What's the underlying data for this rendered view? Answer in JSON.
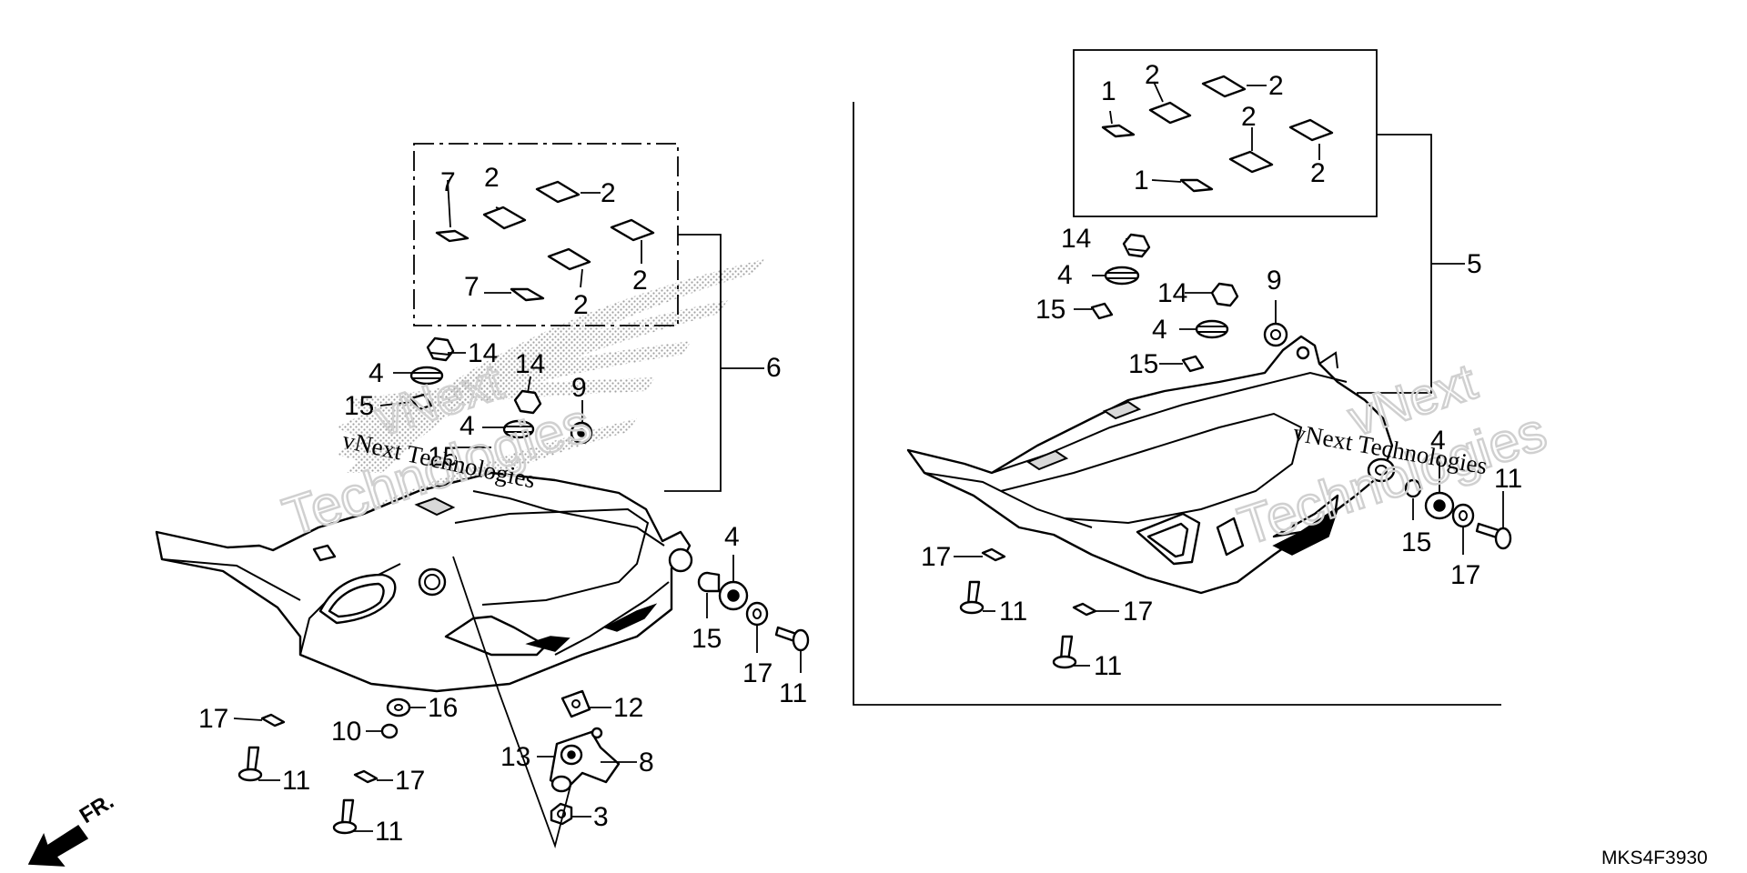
{
  "diagram_code": "MKS4F3930",
  "direction_label": "FR.",
  "watermark_small": "vNext Technologies",
  "watermark_large_1": "vNext",
  "watermark_large_2": "Technologies",
  "callouts": {
    "left_kit_7_top": "7",
    "left_kit_7_bottom": "7",
    "left_kit_2_a": "2",
    "left_kit_2_b": "2",
    "left_kit_2_c": "2",
    "left_kit_2_d": "2",
    "left_14_a": "14",
    "left_14_b": "14",
    "left_4_a": "4",
    "left_4_b": "4",
    "left_15_a": "15",
    "left_15_b": "15",
    "left_9": "9",
    "left_6": "6",
    "left_4_c": "4",
    "left_15_c": "15",
    "left_17_a": "17",
    "left_11_a": "11",
    "left_16": "16",
    "left_10": "10",
    "left_17_b": "17",
    "left_11_b": "11",
    "left_17_c": "17",
    "left_11_c": "11",
    "left_12": "12",
    "left_13": "13",
    "left_8": "8",
    "left_3": "3",
    "right_kit_1_a": "1",
    "right_kit_1_b": "1",
    "right_kit_2_a": "2",
    "right_kit_2_b": "2",
    "right_kit_2_c": "2",
    "right_kit_2_d": "2",
    "right_14_a": "14",
    "right_14_b": "14",
    "right_4_a": "4",
    "right_4_b": "4",
    "right_15_a": "15",
    "right_15_b": "15",
    "right_9": "9",
    "right_5": "5",
    "right_4_c": "4",
    "right_11_a": "11",
    "right_15_c": "15",
    "right_17_a": "17",
    "right_17_b": "17",
    "right_11_b": "11",
    "right_17_c": "17",
    "right_11_c": "11"
  }
}
